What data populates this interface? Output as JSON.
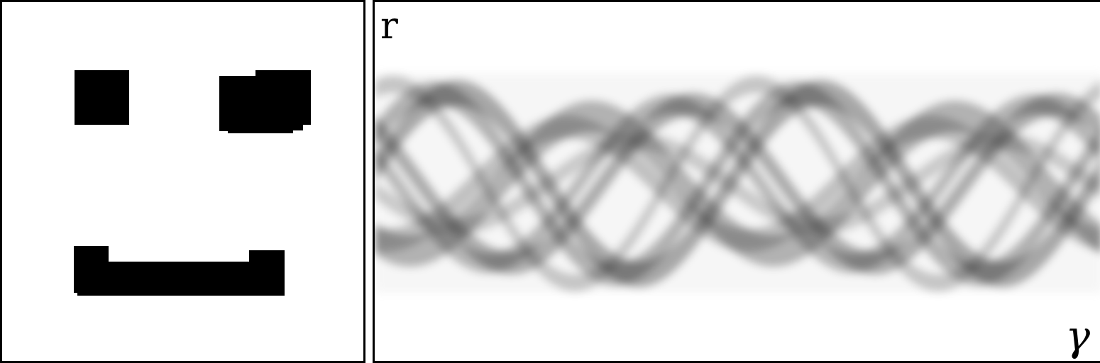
{
  "image_panel": {
    "shapes": [
      "left-eye",
      "right-eye",
      "mouth"
    ]
  },
  "sinogram_panel": {
    "vertical_axis_label": "r",
    "horizontal_axis_label": "γ",
    "colors": {
      "background": "#ffffff",
      "ink": "#000000"
    }
  }
}
